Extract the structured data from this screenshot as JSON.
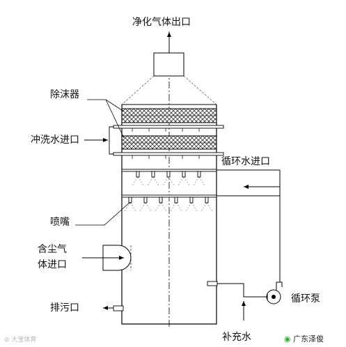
{
  "labels": {
    "outlet": "净化气体出口",
    "demister": "除沫器",
    "wash_inlet": "冲洗水进口",
    "circ_inlet": "循环水进口",
    "nozzle": "喷嘴",
    "dust_gas_1": "含尘气",
    "dust_gas_2": "体进口",
    "drain": "排污口",
    "pump": "循环泵",
    "makeup": "补充水"
  },
  "watermark": {
    "bottom_left": "大宝体育",
    "brand_name": "广东泽俊"
  }
}
